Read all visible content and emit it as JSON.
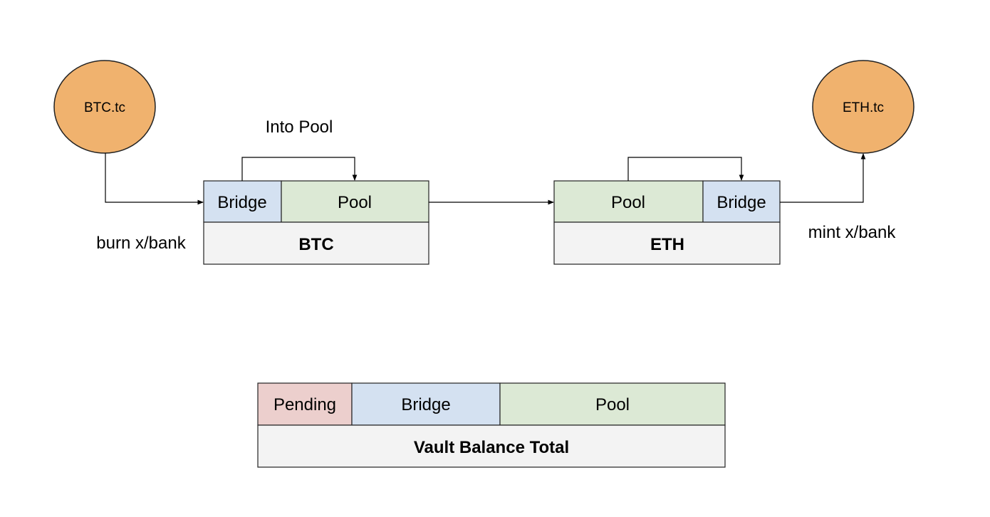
{
  "nodes": {
    "btc_tc": {
      "label": "BTC.tc",
      "color": "#f0b26e"
    },
    "eth_tc": {
      "label": "ETH.tc",
      "color": "#f0b26e"
    }
  },
  "btc_vault": {
    "bridge_label": "Bridge",
    "pool_label": "Pool",
    "title": "BTC"
  },
  "eth_vault": {
    "pool_label": "Pool",
    "bridge_label": "Bridge",
    "title": "ETH"
  },
  "labels": {
    "into_pool": "Into Pool",
    "burn": "burn x/bank",
    "mint": "mint x/bank"
  },
  "vault_total": {
    "pending_label": "Pending",
    "bridge_label": "Bridge",
    "pool_label": "Pool",
    "title": "Vault Balance Total"
  },
  "colors": {
    "bridge": "#d4e1f1",
    "pool": "#dce9d5",
    "pending": "#eccfcd",
    "base": "#f3f3f3",
    "stroke": "#222222"
  }
}
